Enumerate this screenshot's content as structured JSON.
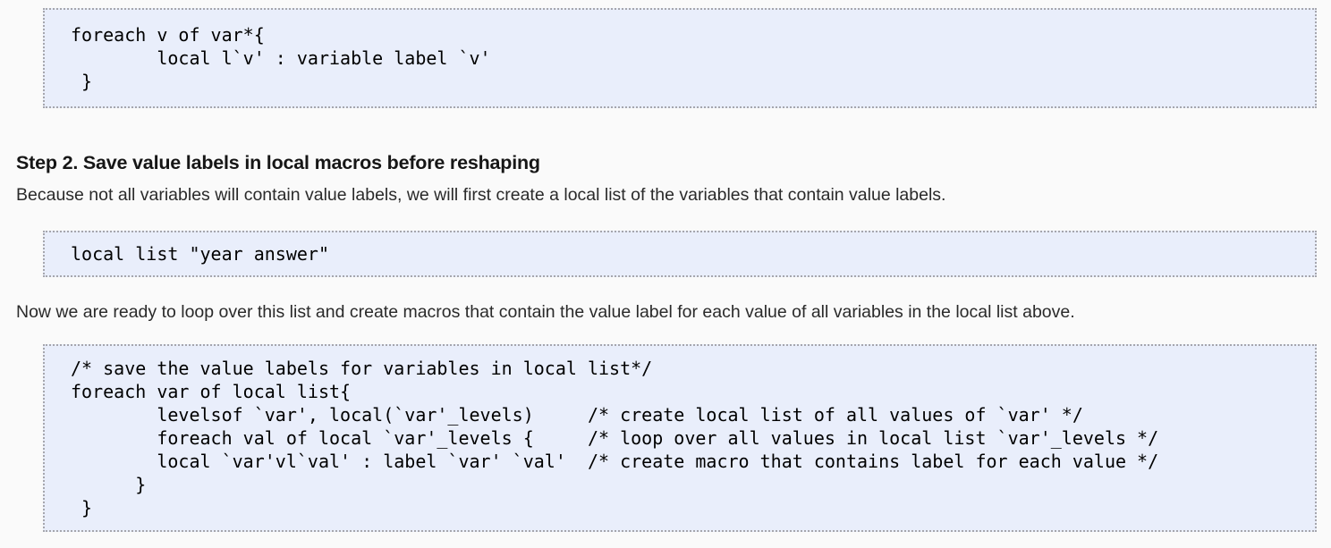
{
  "page": {
    "background_color": "#fafafa",
    "code_block_bg": "#e9eefb",
    "code_border_color": "#a6a6ad"
  },
  "sections": {
    "code_block_foreach_variable_labels": {
      "language": "stata",
      "lines": [
        "foreach v of var*{",
        "        local l`v' : variable label `v'",
        " }"
      ]
    },
    "heading": "Step 2. Save value labels in local macros before reshaping",
    "paragraph_intro": "Because not all variables will contain value labels, we will first create a local list of the variables that contain value labels.",
    "code_block_local_list": {
      "language": "stata",
      "lines": [
        "local list \"year answer\""
      ]
    },
    "paragraph_loop": "Now we are ready to loop over this list and create macros that contain the value label for each value of all variables in the local list above.",
    "code_block_save_value_labels": {
      "language": "stata",
      "lines": [
        "/* save the value labels for variables in local list*/",
        "foreach var of local list{",
        "        levelsof `var', local(`var'_levels)     /* create local list of all values of `var' */",
        "        foreach val of local `var'_levels {     /* loop over all values in local list `var'_levels */",
        "        local `var'vl`val' : label `var' `val'  /* create macro that contains label for each value */",
        "      }",
        " }"
      ]
    }
  }
}
